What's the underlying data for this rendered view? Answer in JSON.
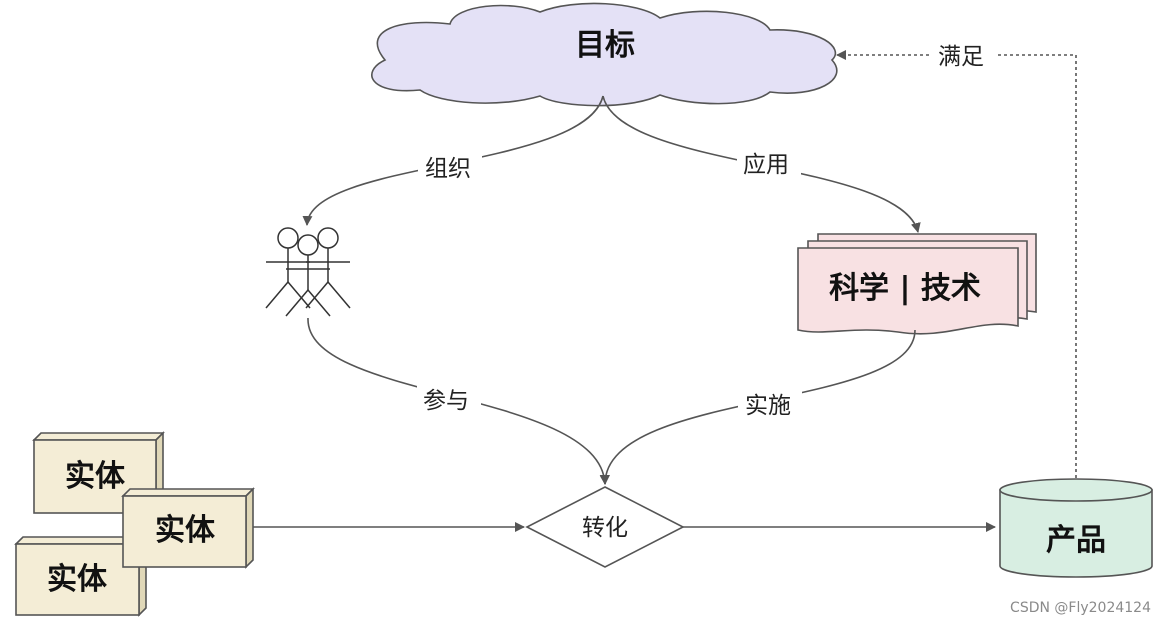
{
  "nodes": {
    "goal": "目标",
    "sci_tech": "科学 | 技术",
    "transform": "转化",
    "product": "产品",
    "entity_1": "实体",
    "entity_2": "实体",
    "entity_3": "实体"
  },
  "edges": {
    "organize": "组织",
    "apply": "应用",
    "participate": "参与",
    "implement": "实施",
    "satisfy": "满足"
  },
  "watermark": "CSDN @Fly2024124",
  "colors": {
    "cloud_fill": "#e4e1f6",
    "document_fill": "#f8e1e3",
    "entity_fill": "#f4edd6",
    "entity_side": "#e0d8b8",
    "product_fill": "#d8eee2",
    "stroke": "#555555"
  }
}
